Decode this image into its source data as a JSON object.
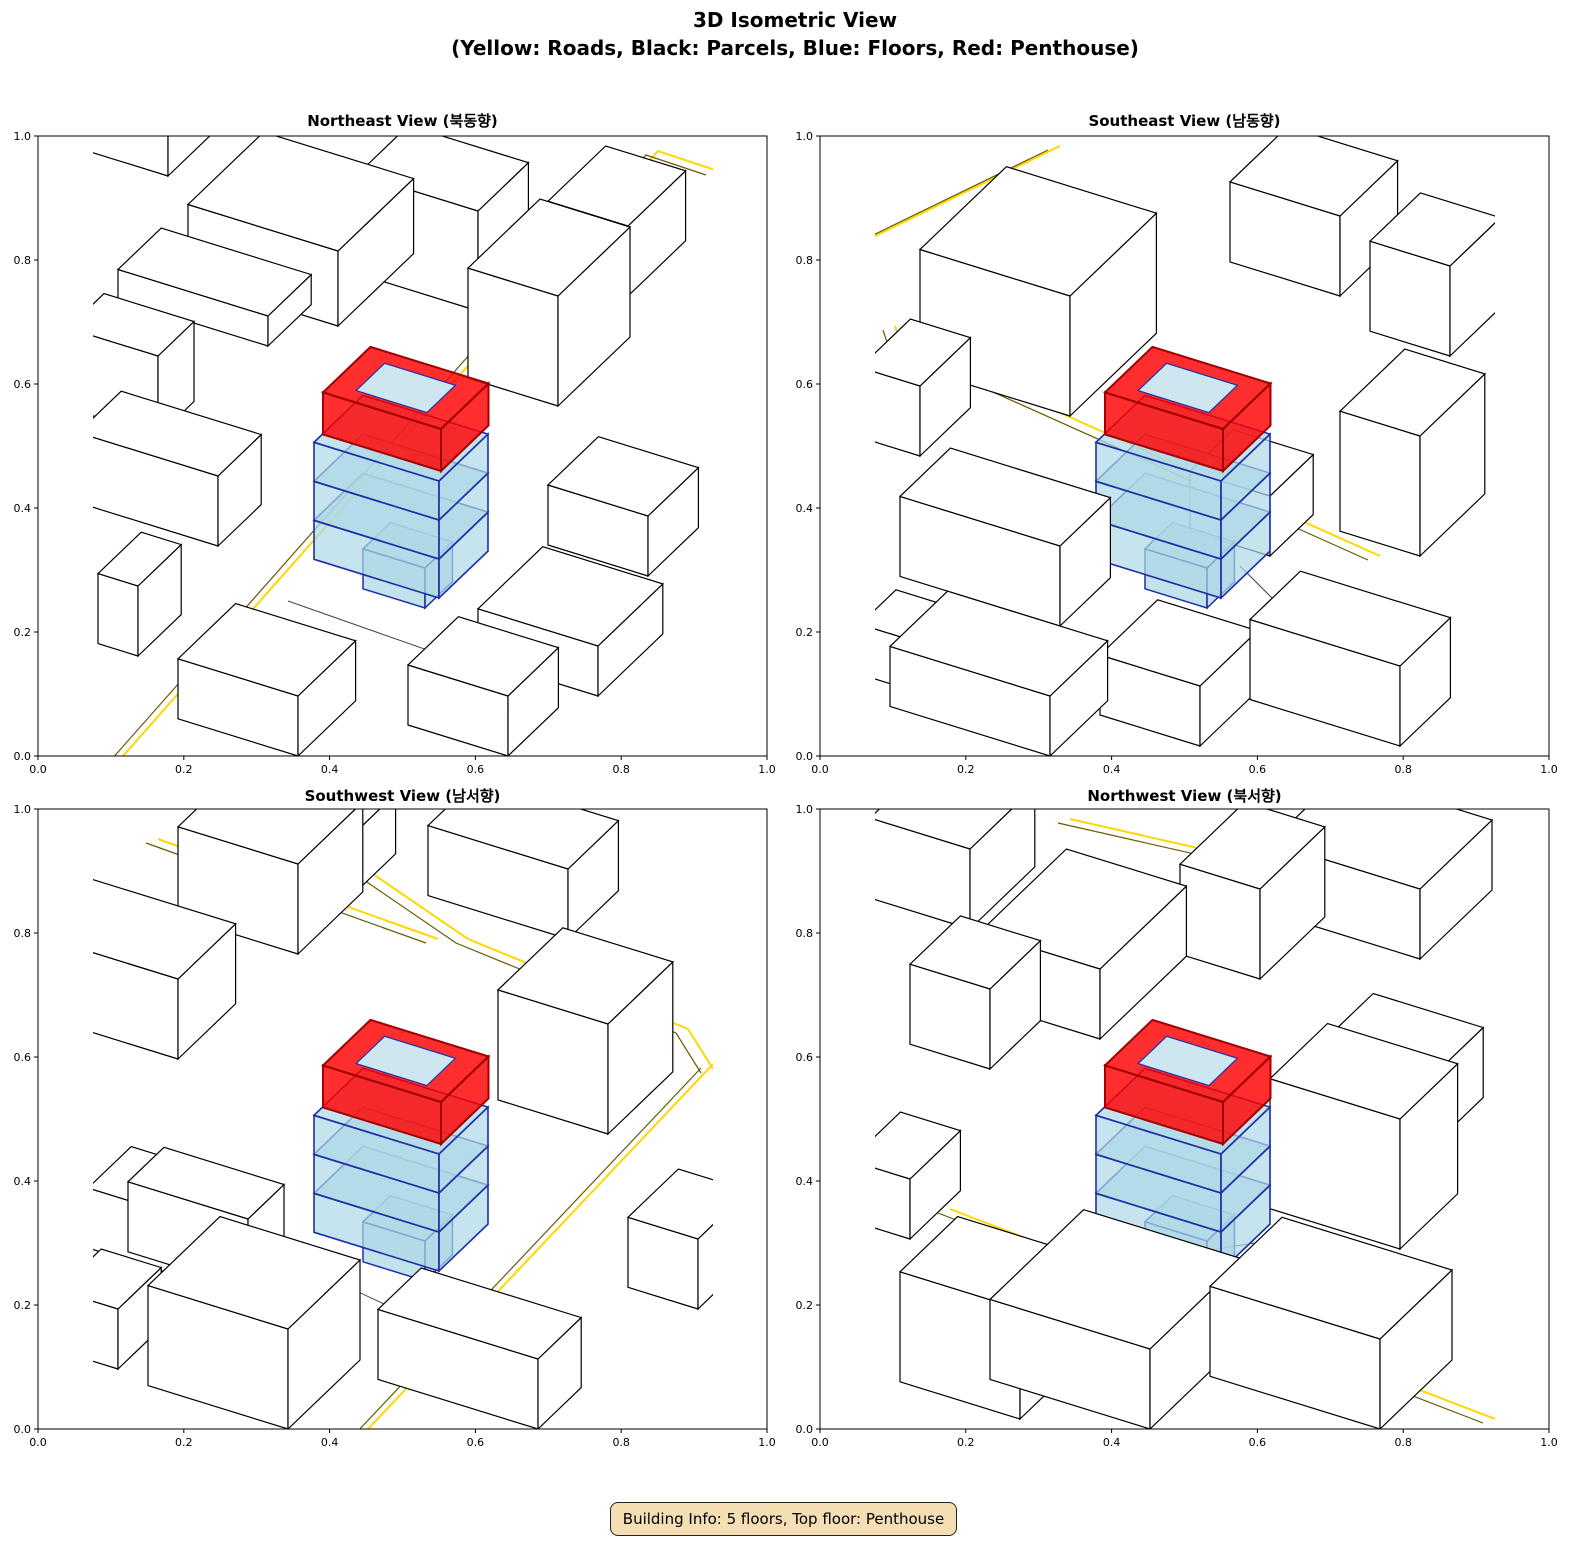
{
  "figure": {
    "title_line1": "3D Isometric View",
    "title_line2": "(Yellow: Roads, Black: Parcels, Blue: Floors, Red: Penthouse)"
  },
  "panels": [
    {
      "title": "Northeast View (북동향)"
    },
    {
      "title": "Southeast View (남동향)"
    },
    {
      "title": "Southwest View (남서향)"
    },
    {
      "title": "Northwest View (북서향)"
    }
  ],
  "axes": {
    "xticks": [
      "0.0",
      "0.2",
      "0.4",
      "0.6",
      "0.8",
      "1.0"
    ],
    "yticks": [
      "0.0",
      "0.2",
      "0.4",
      "0.6",
      "0.8",
      "1.0"
    ]
  },
  "colors": {
    "road": "#ffd700",
    "floor_fill": "#add8e6",
    "floor_edge": "#1f2fa8",
    "penthouse": "#ff0000",
    "parcel": "#000000"
  },
  "building": {
    "floors": 5,
    "top_floor": "Penthouse"
  },
  "info_box": "Building Info: 5 floors, Top floor: Penthouse"
}
